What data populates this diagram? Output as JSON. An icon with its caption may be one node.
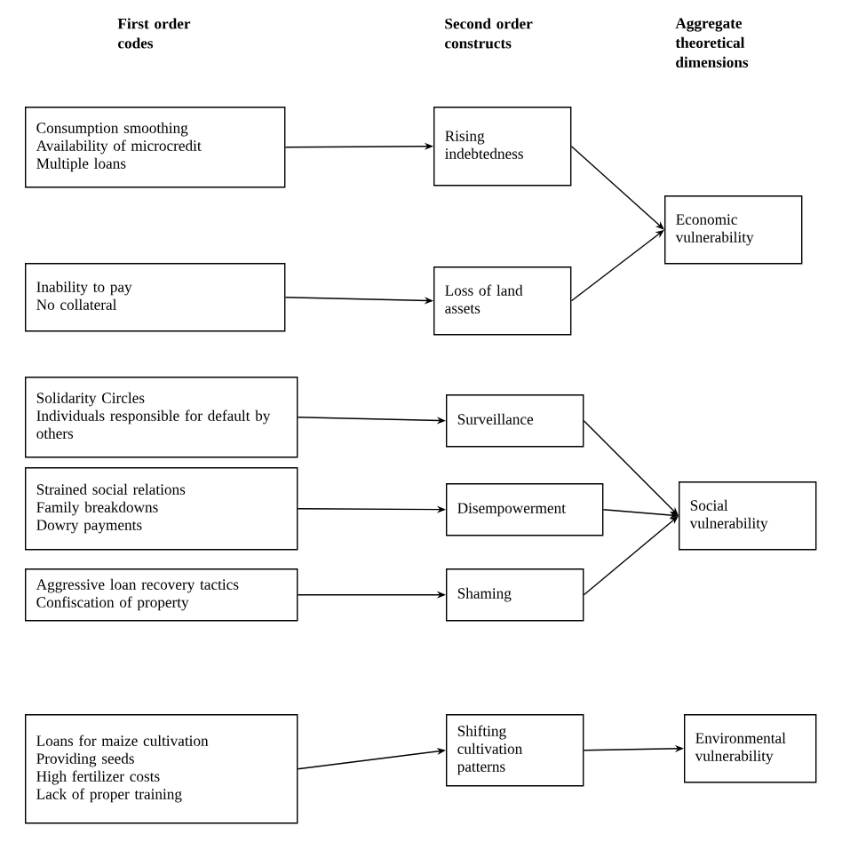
{
  "diagram": {
    "nodes": [
      {
        "text": [
          "Consumption smoothing",
          "Availability of microcredit",
          "Multiple loans"
        ]
      },
      {
        "text": [
          "Rising indebtedness"
        ]
      },
      {
        "text": [
          "Economic vulnerability"
        ]
      },
      {
        "text": [
          "Inability to pay",
          "No collateral"
        ]
      },
      {
        "text": [
          "Loss of land assets"
        ]
      },
      {
        "text": [
          "Solidarity Circles",
          "Individuals responsible for default by others"
        ]
      },
      {
        "text": [
          "Surveillance"
        ]
      },
      {
        "text": [
          "Strained social relations",
          "Family breakdowns",
          "Dowry payments"
        ]
      },
      {
        "text": [
          "Disempowerment"
        ]
      },
      {
        "text": [
          "Social vulnerability"
        ]
      },
      {
        "text": [
          "Aggressive loan recovery tactics",
          "Confiscation of property"
        ]
      },
      {
        "text": [
          "Shaming"
        ]
      },
      {
        "text": [
          "Loans for maize cultivation",
          "Providing seeds",
          "High fertilizer costs",
          "Lack of proper training"
        ]
      },
      {
        "text": [
          "Shifting cultivation patterns"
        ]
      },
      {
        "text": [
          "Environmental vulnerability"
        ]
      }
    ],
    "edges": [
      {
        "from": 0,
        "to": 1,
        "arrow": "to"
      },
      {
        "from": 1,
        "to": 2,
        "arrow": "to"
      },
      {
        "from": 3,
        "to": 4,
        "arrow": "to"
      },
      {
        "from": 4,
        "to": 2,
        "arrow": "to"
      },
      {
        "from": 5,
        "to": 6,
        "arrow": "to"
      },
      {
        "from": 6,
        "to": 9,
        "arrow": "to"
      },
      {
        "from": 7,
        "to": 8,
        "arrow": "to"
      },
      {
        "from": 8,
        "to": 9,
        "arrow": "to"
      },
      {
        "from": 10,
        "to": 11,
        "arrow": "to"
      },
      {
        "from": 11,
        "to": 9,
        "arrow": "to"
      },
      {
        "from": 12,
        "to": 13,
        "arrow": "to"
      },
      {
        "from": 13,
        "to": 14,
        "arrow": "to"
      }
    ],
    "labels": [
      "First order codes",
      "Second order constructs",
      "Aggregate theoretical dimensions"
    ]
  }
}
